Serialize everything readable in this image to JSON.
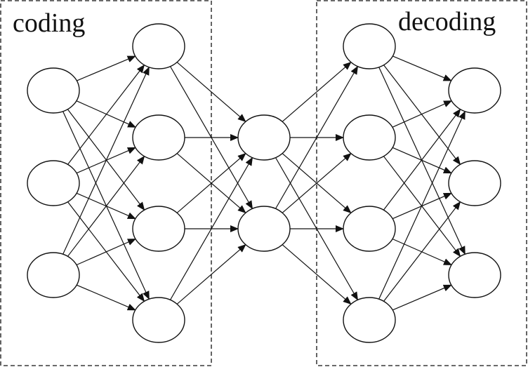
{
  "sections": {
    "coding_label": "coding",
    "decoding_label": "decoding"
  },
  "network": {
    "layer_sizes": [
      3,
      4,
      2,
      4,
      3
    ],
    "connectivity": "fully-connected",
    "arrowheads": true
  },
  "colors": {
    "stroke": "#111111",
    "background": "#ffffff",
    "node_fill": "#ffffff"
  }
}
